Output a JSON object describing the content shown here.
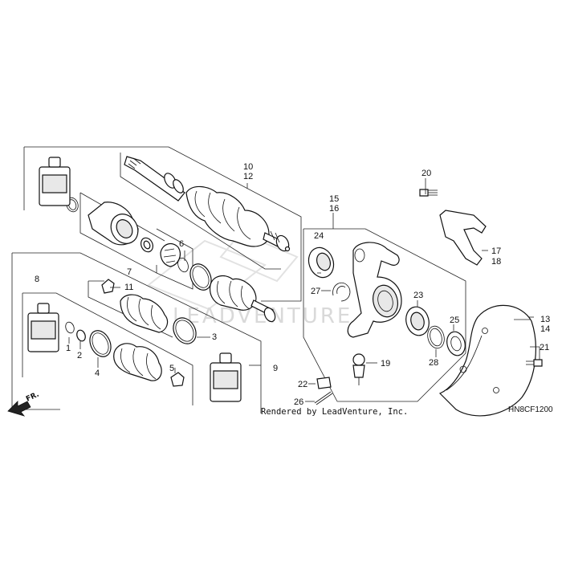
{
  "diagram_code": "HN8CF1200",
  "credit": "Rendered by LeadVenture, Inc.",
  "watermark_text": "LEADVENTURE",
  "front_indicator": "FR.",
  "part_numbers": {
    "p1": "1",
    "p2": "2",
    "p3": "3",
    "p4": "4",
    "p5": "5",
    "p6": "6",
    "p7": "7",
    "p8": "8",
    "p9": "9",
    "p10": "10",
    "p11": "11",
    "p12": "12",
    "p13": "13",
    "p14": "14",
    "p15": "15",
    "p16": "16",
    "p17": "17",
    "p18": "18",
    "p19": "19",
    "p20": "20",
    "p21": "21",
    "p22": "22",
    "p23": "23",
    "p24": "24",
    "p25": "25",
    "p26": "26",
    "p27": "27",
    "p28": "28"
  },
  "colors": {
    "line": "#111111",
    "watermark": "#d9d9d9",
    "background": "#ffffff"
  }
}
